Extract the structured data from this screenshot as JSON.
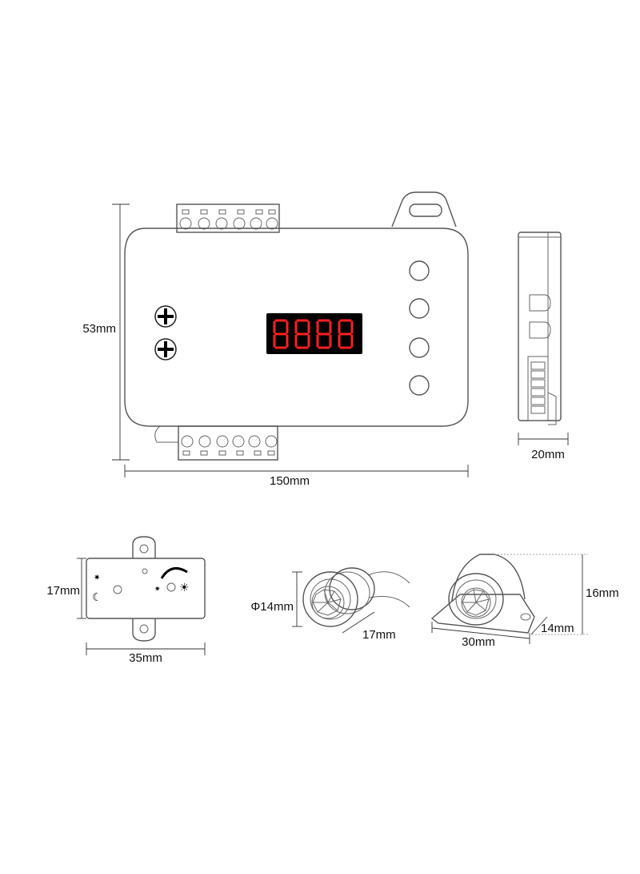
{
  "controller": {
    "height_label": "53mm",
    "width_label": "150mm",
    "display_digits": "8888"
  },
  "side_view": {
    "depth_label": "20mm"
  },
  "light_sensor": {
    "height_label": "17mm",
    "width_label": "35mm"
  },
  "round_sensor": {
    "diameter_label": "Φ14mm",
    "length_label": "17mm"
  },
  "mount_sensor": {
    "height_label": "16mm",
    "length_label": "30mm",
    "depth_label": "14mm"
  },
  "colors": {
    "outline": "#555555",
    "display_bg": "#000000",
    "display_segments": "#ff2020"
  },
  "icons": [
    "plus-icon",
    "moon-icon",
    "sun-icon",
    "brightness-arc-icon",
    "sensor-lens-icon"
  ]
}
